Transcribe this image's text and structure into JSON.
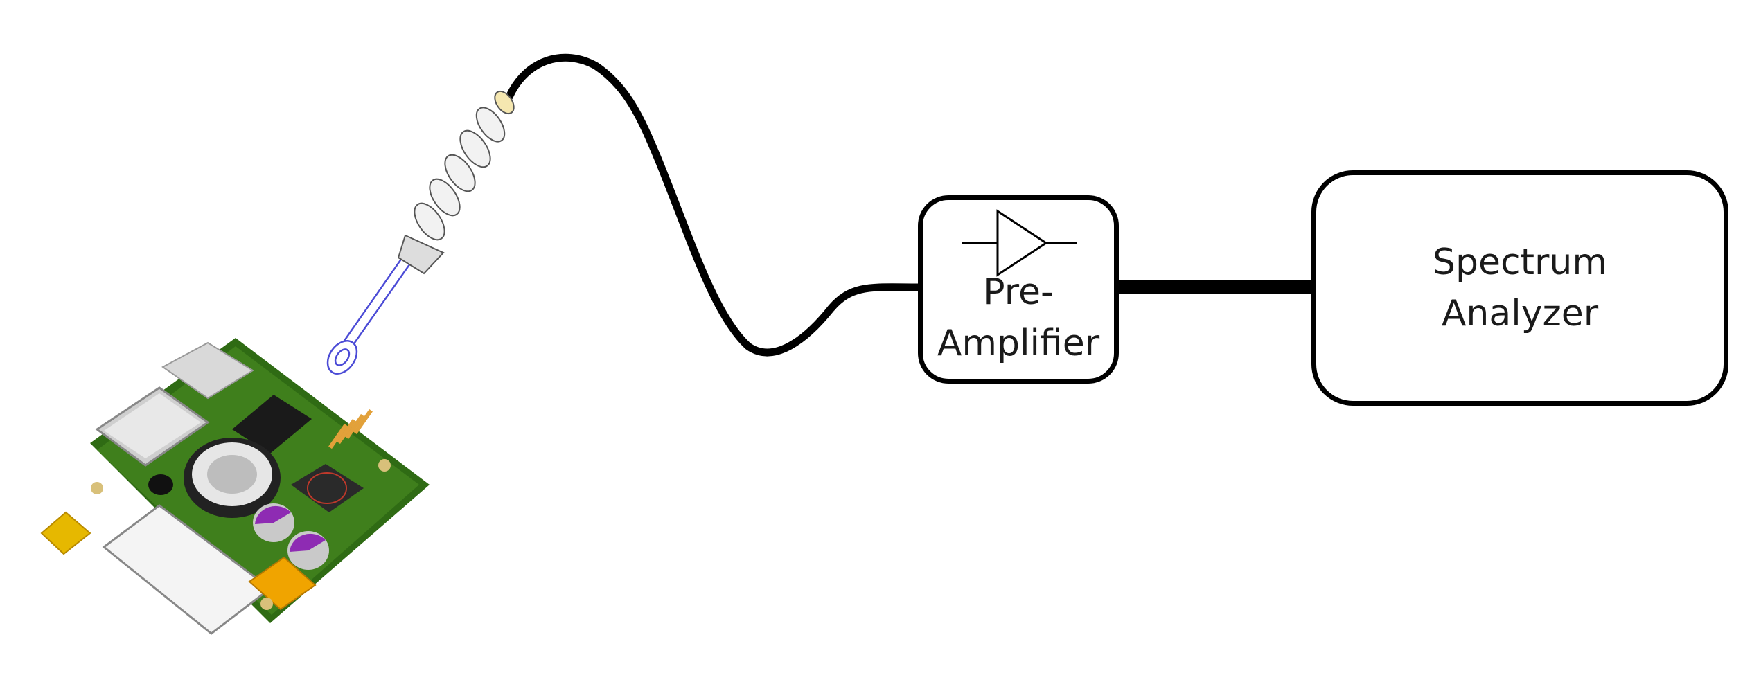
{
  "blocks": {
    "preamp": {
      "line1": "Pre-",
      "line2": "Amplifier"
    },
    "analyzer": {
      "line1": "Spectrum",
      "line2": "Analyzer"
    }
  },
  "colors": {
    "line": "#000000",
    "pcb_green": "#3f7f1c",
    "probe_outline": "#4b4bd6",
    "connector_gold": "#e6b800"
  }
}
